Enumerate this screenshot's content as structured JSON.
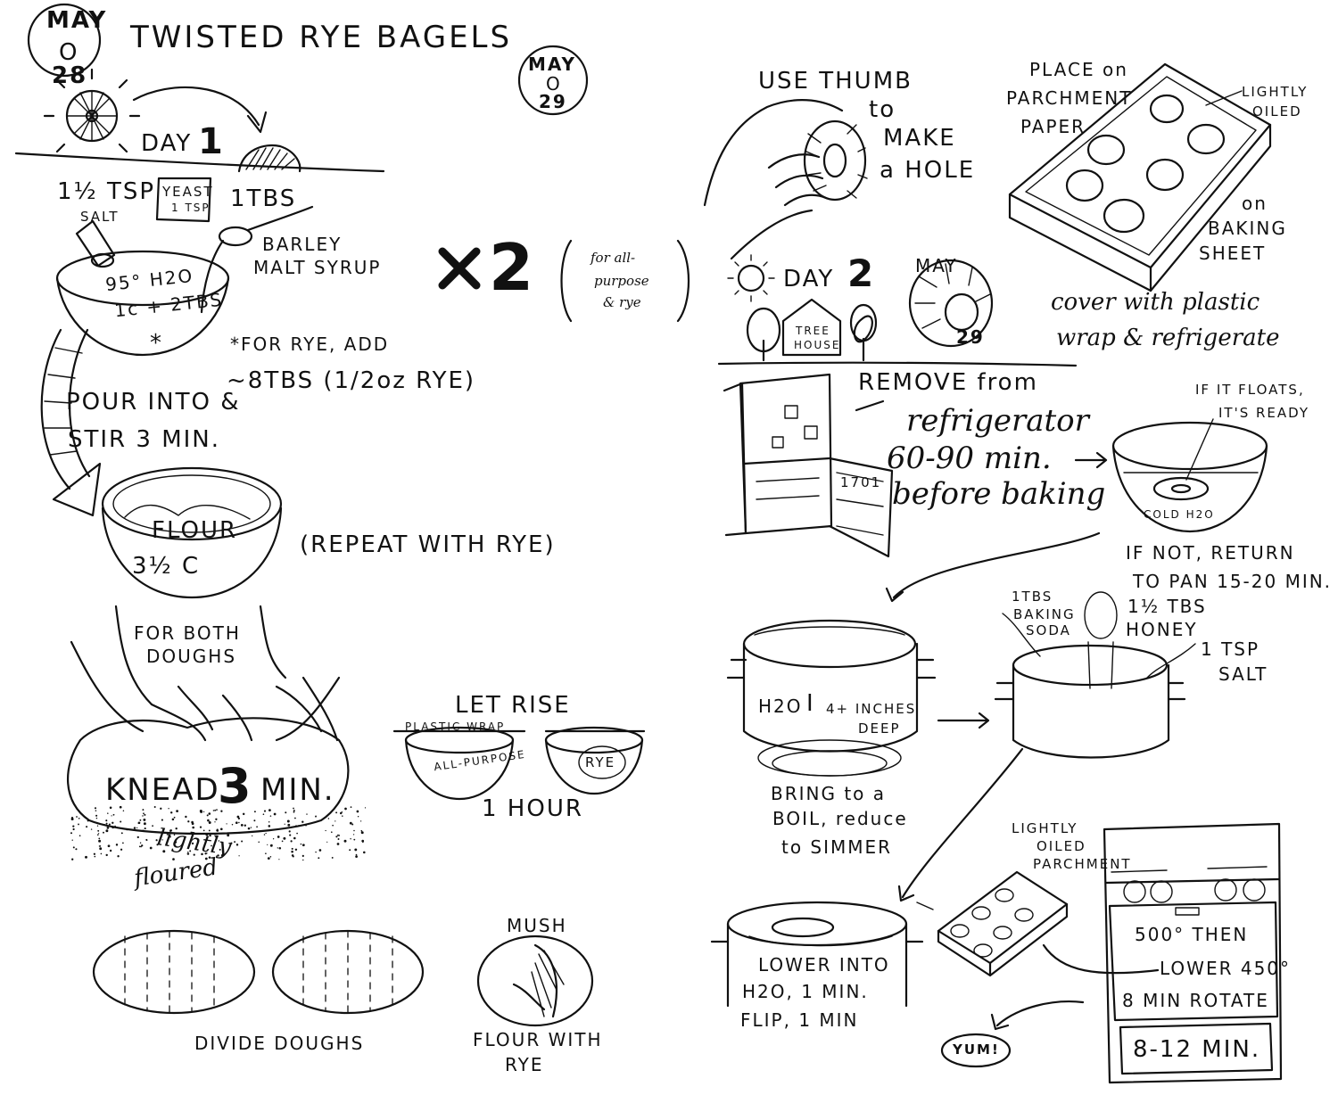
{
  "title": "TWISTED RYE BAGELS",
  "stamps": {
    "day1_date": {
      "month": "MAY",
      "day": "28"
    },
    "day2_date": {
      "month": "MAY",
      "day": "29"
    }
  },
  "day1": {
    "label": "DAY",
    "number": "1",
    "salt": {
      "amount": "1½ TSP",
      "name": "SALT"
    },
    "yeast": {
      "name": "YEAST",
      "amount": "1 TSP"
    },
    "malt": {
      "amount": "1TBS",
      "name_line1": "BARLEY",
      "name_line2": "MALT SYRUP"
    },
    "water": {
      "line1": "95° H2O",
      "line2": "1c + 2TBS"
    },
    "multiplier": "×2",
    "multiplier_note": {
      "line1": "for all-",
      "line2": "purpose",
      "line3": "& rye"
    },
    "rye_note": {
      "line1": "*FOR RYE, ADD",
      "line2": "~8TBS (1/2oz RYE)"
    },
    "pour": {
      "line1": "POUR INTO &",
      "line2": "STIR 3 MIN."
    },
    "flour": {
      "name": "FLOUR",
      "amount": "3½ C"
    },
    "repeat": "(REPEAT WITH RYE)",
    "knead": {
      "note_line1": "FOR BOTH",
      "note_line2": "DOUGHS",
      "word": "KNEAD",
      "number": "3",
      "unit": "MIN.",
      "surface_line1": "lightly",
      "surface_line2": "floured"
    },
    "rise": {
      "title": "LET RISE",
      "wrap_label": "PLASTIC WRAP",
      "bowl1": "ALL-PURPOSE",
      "bowl2": "RYE",
      "time": "1 HOUR"
    },
    "divide": "DIVIDE DOUGHS",
    "mush": "MUSH",
    "flour_rye": {
      "line1": "FLOUR WITH",
      "line2": "RYE"
    }
  },
  "day2": {
    "thumb": {
      "line1": "USE THUMB",
      "line2": "to",
      "line3": "MAKE",
      "line4": "a HOLE"
    },
    "place": {
      "line1": "PLACE on",
      "line2": "PARCHMENT",
      "line3": "PAPER",
      "oiled_line1": "LIGHTLY",
      "oiled_line2": "OILED",
      "sheet_line1": "on",
      "sheet_line2": "BAKING",
      "sheet_line3": "SHEET"
    },
    "cover": {
      "line1": "cover with plastic",
      "line2": "wrap & refrigerate"
    },
    "label": "DAY",
    "number": "2",
    "treehouse": {
      "line1": "TREE",
      "line2": "HOUSE"
    },
    "remove": {
      "line1": "REMOVE from",
      "line2": "refrigerator",
      "line3": "60-90 min.",
      "line4": "before baking"
    },
    "fridge_door_label": "1701",
    "float": {
      "line1": "IF IT FLOATS,",
      "line2": "IT'S READY",
      "water": "COLD H2O",
      "not_line1": "IF NOT, RETURN",
      "not_line2": "TO PAN 15-20 MIN."
    },
    "pot": {
      "water": "H2O",
      "depth_line1": "4+ INCHES",
      "depth_line2": "DEEP",
      "boil_line1": "BRING to a",
      "boil_line2": "BOIL, reduce",
      "boil_line3": "to SIMMER"
    },
    "additions": {
      "soda_line1": "1TBS",
      "soda_line2": "BAKING",
      "soda_line3": "SODA",
      "honey_line1": "1½ TBS",
      "honey_line2": "HONEY",
      "salt_line1": "1 TSP",
      "salt_line2": "SALT"
    },
    "lower": {
      "line1": "LOWER INTO",
      "line2": "H2O, 1 MIN.",
      "line3": "FLIP, 1 MIN"
    },
    "parchment": {
      "line1": "LIGHTLY",
      "line2": "OILED",
      "line3": "PARCHMENT"
    },
    "oven": {
      "temp1": "500° THEN",
      "temp2": "LOWER 450°",
      "step": "8 MIN ROTATE",
      "time": "8-12 MIN."
    },
    "yum": "YUM!"
  }
}
